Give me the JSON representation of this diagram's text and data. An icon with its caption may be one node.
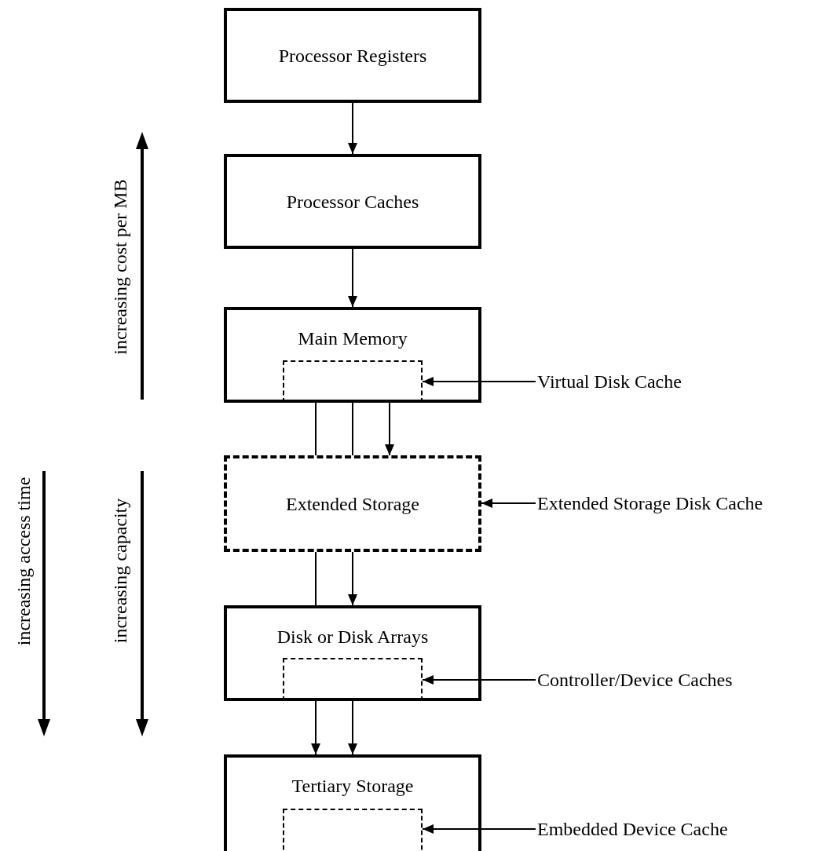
{
  "diagram": {
    "nodes": [
      {
        "text": [
          "Processor Registers"
        ]
      },
      {
        "text": [
          "Processor Caches"
        ]
      },
      {
        "text": [
          "Main Memory"
        ]
      },
      {
        "text": [],
        "shape": "box",
        "in": 2
      },
      {
        "text": [
          "Virtual Disk Cache"
        ]
      },
      {
        "text": [
          "Extended Storage"
        ]
      },
      {
        "text": [
          "Extended Storage Disk Cache"
        ]
      },
      {
        "text": [
          "Disk or Disk Arrays"
        ]
      },
      {
        "text": [],
        "shape": "box",
        "in": 7
      },
      {
        "text": [
          "Controller/Device Caches"
        ]
      },
      {
        "text": [
          "Tertiary Storage"
        ]
      },
      {
        "text": [],
        "shape": "box",
        "in": 10
      },
      {
        "text": [
          "Embedded Device Cache"
        ]
      }
    ],
    "edges": [
      {
        "from": 0,
        "to": 1,
        "arrow": "to"
      },
      {
        "from": 1,
        "to": 2,
        "arrow": "to"
      },
      {
        "from": 4,
        "to": 3,
        "arrow": "to"
      },
      {
        "from": 2,
        "to": 5,
        "arrow": "none"
      },
      {
        "from": 2,
        "to": 5,
        "arrow": "none"
      },
      {
        "from": 2,
        "to": 5,
        "arrow": "to"
      },
      {
        "from": 6,
        "to": 5,
        "arrow": "to"
      },
      {
        "from": 5,
        "to": 7,
        "arrow": "none"
      },
      {
        "from": 5,
        "to": 7,
        "arrow": "to"
      },
      {
        "from": 9,
        "to": 8,
        "arrow": "to"
      },
      {
        "from": 7,
        "to": 10,
        "arrow": "to"
      },
      {
        "from": 7,
        "to": 10,
        "arrow": "to"
      },
      {
        "from": 12,
        "to": 11,
        "arrow": "to"
      }
    ],
    "labels": [
      "increasing cost per MB",
      "increasing access time",
      "increasing capacity"
    ]
  }
}
